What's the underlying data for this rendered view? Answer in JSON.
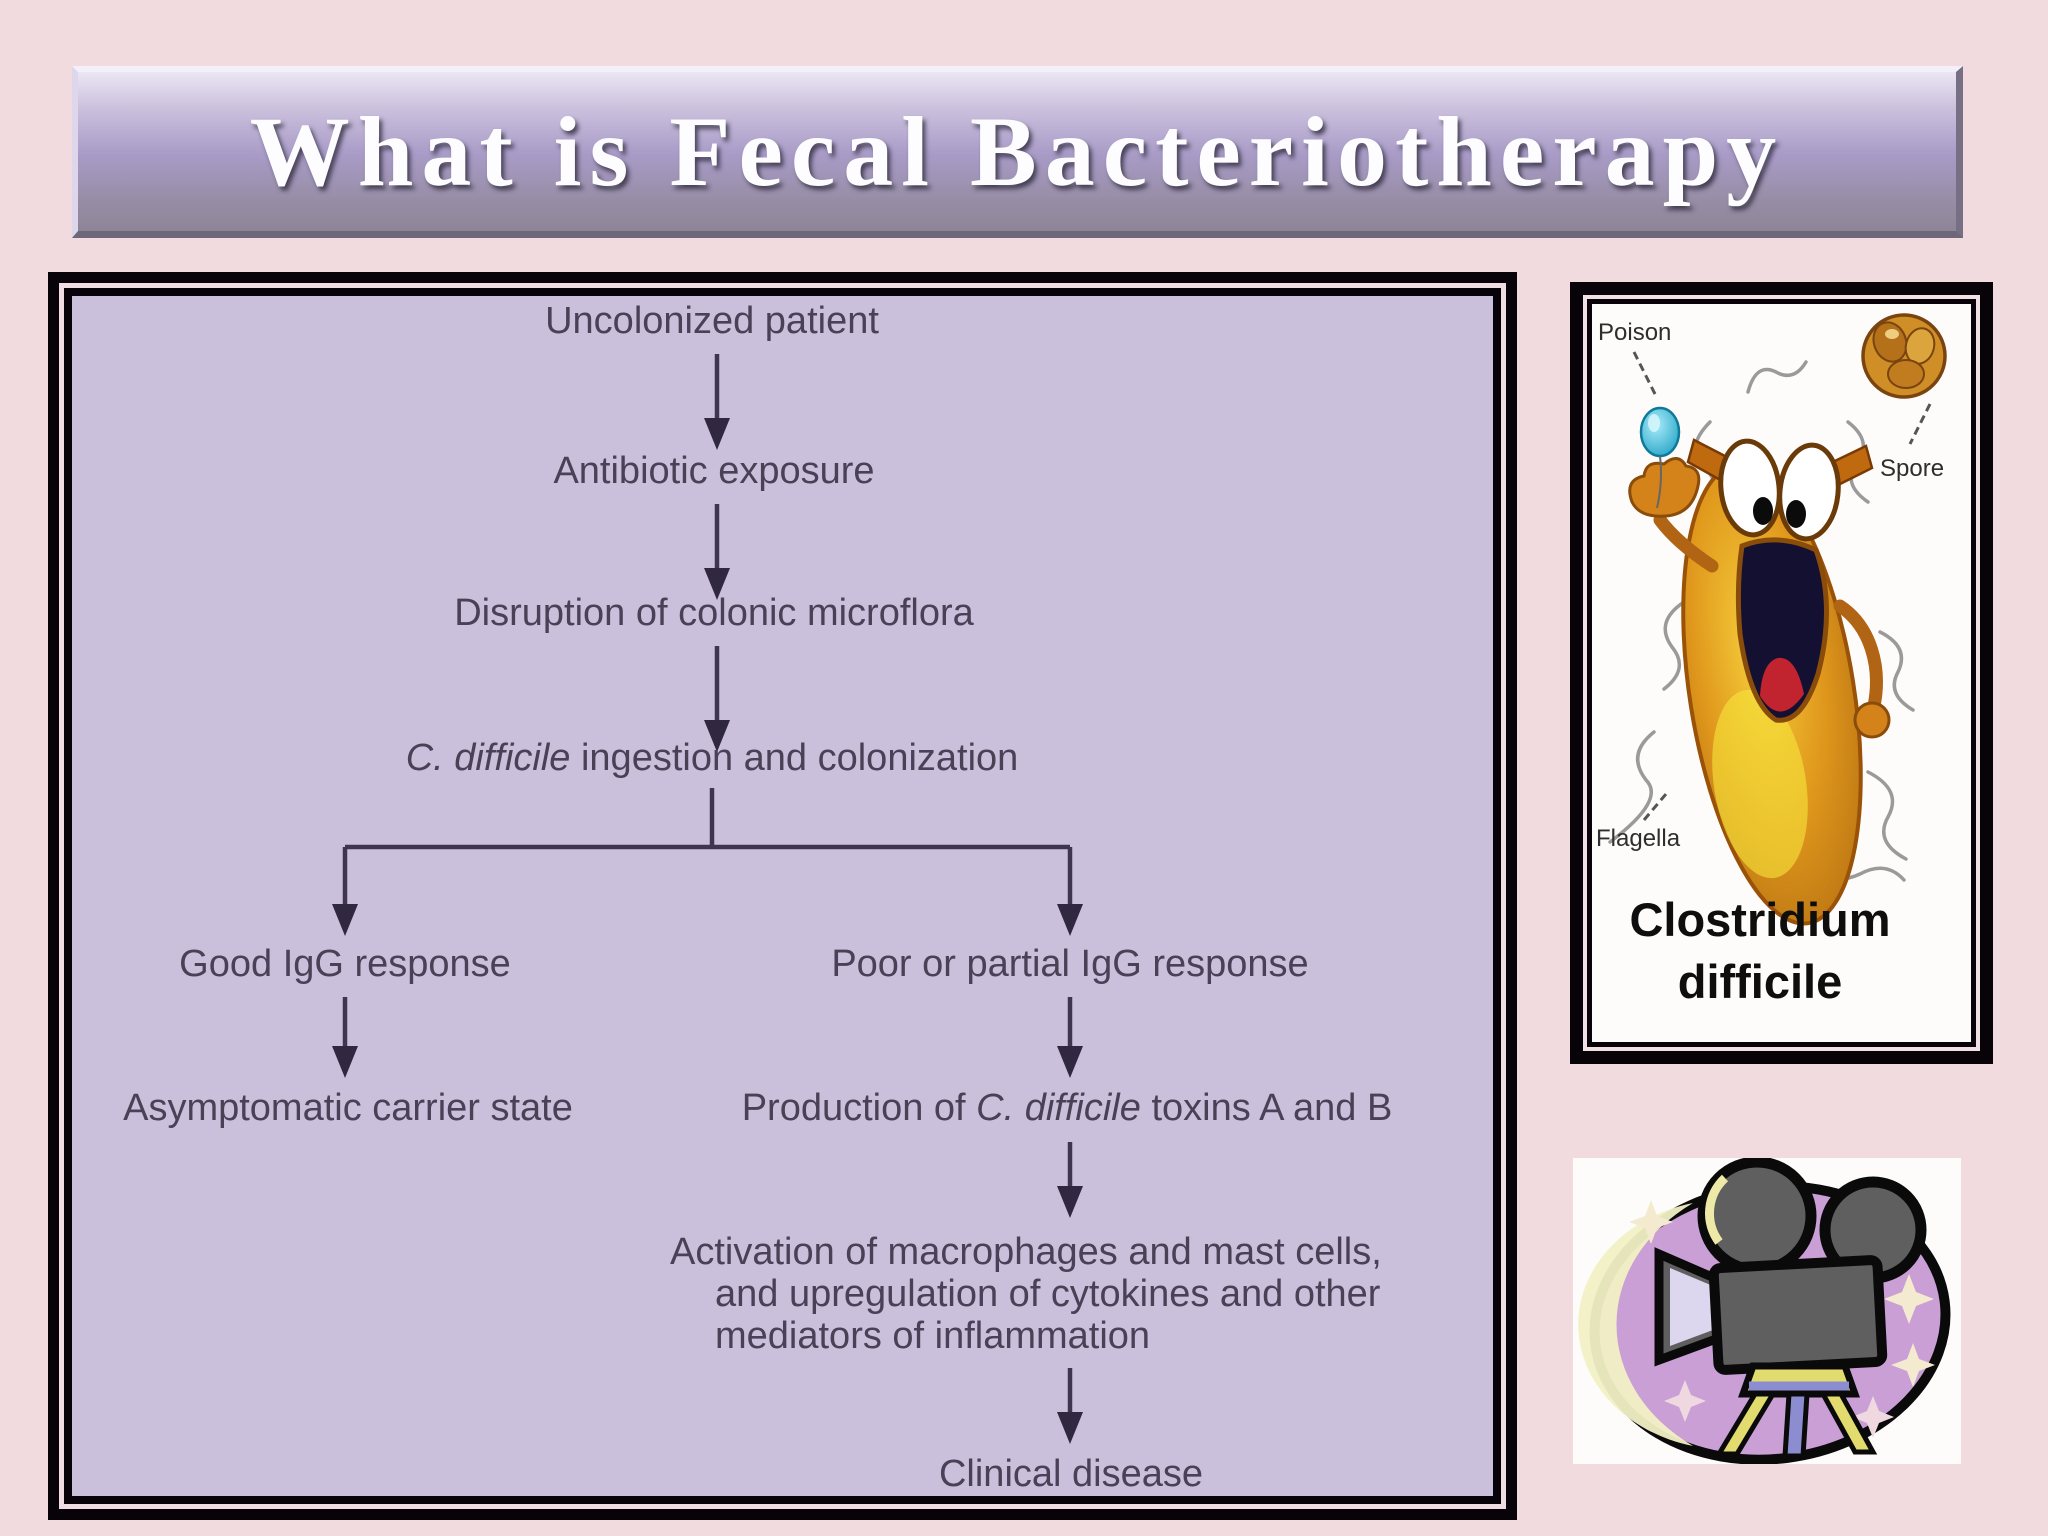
{
  "slide": {
    "title": "What is Fecal Bacteriotherapy"
  },
  "flowchart": {
    "node_uncolonized": "Uncolonized patient",
    "node_antibiotic": "Antibiotic exposure",
    "node_disruption": "Disruption of colonic microflora",
    "node_ingestion_italic": "C. difficile",
    "node_ingestion_rest": " ingestion and colonization",
    "node_good_igg": "Good IgG response",
    "node_poor_igg": "Poor or partial IgG response",
    "node_asymptomatic": "Asymptomatic carrier state",
    "node_production_prefix": "Production of ",
    "node_production_italic": "C. difficile",
    "node_production_suffix": " toxins A and B",
    "node_activation_line1": "Activation of macrophages and mast cells,",
    "node_activation_line2": "and upregulation of cytokines and other",
    "node_activation_line3": "mediators of inflammation",
    "node_clinical": "Clinical disease"
  },
  "cdiff_figure": {
    "label_poison": "Poison",
    "label_spore": "Spore",
    "label_flagella": "Flagella",
    "caption_line1": "Clostridium",
    "caption_line2": "difficile"
  },
  "colors": {
    "page_background": "#f1dbde",
    "banner_purple": "#a89bc7",
    "flowchart_background": "#cbc0dc",
    "flowchart_text": "#4a4156",
    "arrow_dark": "#2f2840",
    "bacterium_orange": "#e0981c",
    "poison_teal": "#35b4d6",
    "spore_brown": "#cf8f26",
    "clip_blob_purple": "#c99fd6",
    "camera_gray": "#5f5f5f",
    "star_cream": "#f4ead0"
  }
}
